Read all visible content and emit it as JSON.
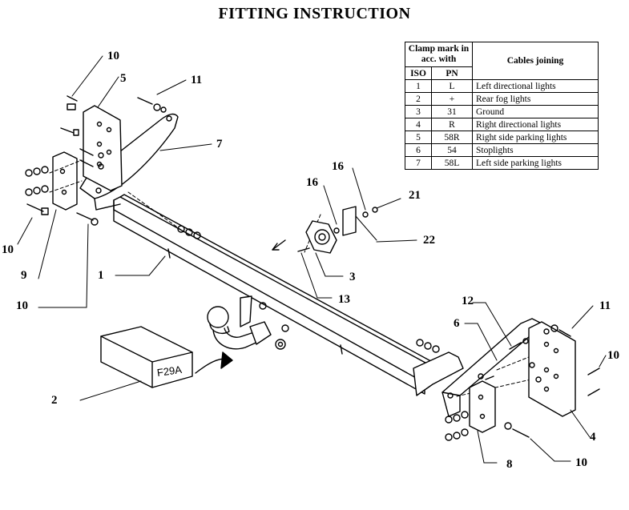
{
  "title": "FITTING INSTRUCTION",
  "table": {
    "header_clamp": "Clamp mark in acc. with",
    "header_iso": "ISO",
    "header_pn": "PN",
    "header_cables": "Cables joining",
    "rows": [
      {
        "iso": "1",
        "pn": "L",
        "desc": "Left directional lights"
      },
      {
        "iso": "2",
        "pn": "+",
        "desc": "Rear fog lights"
      },
      {
        "iso": "3",
        "pn": "31",
        "desc": "Ground"
      },
      {
        "iso": "4",
        "pn": "R",
        "desc": "Right directional lights"
      },
      {
        "iso": "5",
        "pn": "58R",
        "desc": "Right side parking lights"
      },
      {
        "iso": "6",
        "pn": "54",
        "desc": "Stoplights"
      },
      {
        "iso": "7",
        "pn": "58L",
        "desc": "Left side parking lights"
      }
    ]
  },
  "box_label": "F29A",
  "callouts": {
    "c1": "1",
    "c2": "2",
    "c3": "3",
    "c4": "4",
    "c5": "5",
    "c6": "6",
    "c7": "7",
    "c8": "8",
    "c9": "9",
    "c10a": "10",
    "c10b": "10",
    "c10c": "10",
    "c10d": "10",
    "c10e": "10",
    "c11a": "11",
    "c11b": "11",
    "c12": "12",
    "c13": "13",
    "c16a": "16",
    "c16b": "16",
    "c21": "21",
    "c22": "22"
  }
}
